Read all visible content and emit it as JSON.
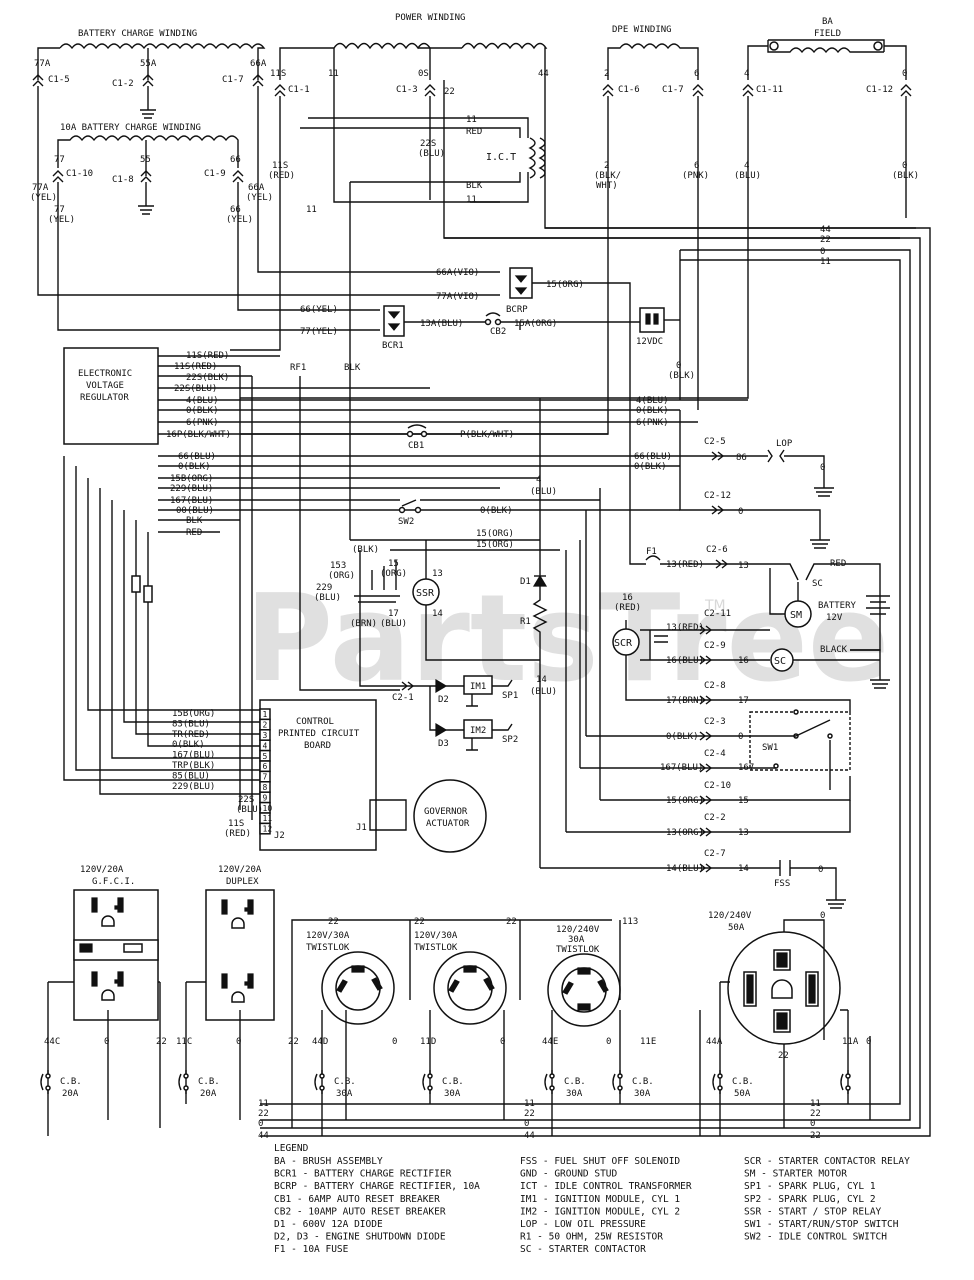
{
  "windings": {
    "battery_charge": "BATTERY CHARGE WINDING",
    "battery_charge_10a": "10A BATTERY CHARGE WINDING",
    "power": "POWER WINDING",
    "dpe": "DPE WINDING",
    "ba_field_top": "BA",
    "ba_field_bottom": "FIELD"
  },
  "wire_labels": {
    "w77a": "77A",
    "w55a": "55A",
    "w66a": "66A",
    "w11s": "11S",
    "w11": "11",
    "w0s": "0S",
    "w22": "22",
    "w44": "44",
    "w2": "2",
    "w6": "6",
    "w4": "4",
    "w0": "0",
    "w77": "77",
    "w55": "55",
    "w66": "66",
    "c1_5": "C1-5",
    "c1_2": "C1-2",
    "c1_7": "C1-7",
    "c1_1": "C1-1",
    "c1_3": "C1-3",
    "c1_6": "C1-6",
    "c1_7b": "C1-7",
    "c1_11": "C1-11",
    "c1_12": "C1-12",
    "c1_10": "C1-10",
    "c1_8": "C1-8",
    "c1_9": "C1-9",
    "w11s_red": "11S",
    "red_paren": "(RED)",
    "w22s": "22S",
    "blu_paren": "(BLU)",
    "w77a_yel": "77A",
    "yel_paren": "(YEL)",
    "w66a_yel": "66A",
    "w77_yel": "77",
    "w66_yel": "66",
    "w2_blk": "2",
    "blk_wht": "(BLK/",
    "wht": "WHT)",
    "w6_pnk": "6",
    "pnk_paren": "(PNK)",
    "w4_blu": "4",
    "w0_blk": "0",
    "blk_paren": "(BLK)",
    "ict": "I.C.T",
    "red": "RED",
    "blk": "BLK",
    "w11_top": "11",
    "w11_bot": "11"
  },
  "right_bus": [
    "44",
    "22",
    "0",
    "11"
  ],
  "rectifiers": {
    "bcrp": "BCRP",
    "bcr1": "BCR1",
    "cb2": "CB2",
    "v12": "12VDC",
    "w66a_vio": "66A(VIO)",
    "w77a_vio": "77A(VIO)",
    "w15_org": "15(ORG)",
    "w66_yel2": "66(YEL)",
    "w77_yel2": "77(YEL)",
    "w13a_blu": "13A(BLU)",
    "w15a_org": "15A(ORG)",
    "w0_blk2": "0",
    "blk2": "(BLK)"
  },
  "regulator": {
    "title": [
      "ELECTRONIC",
      "VOLTAGE",
      "REGULATOR"
    ],
    "wires": [
      "11S(RED)",
      "11S(RED)",
      "22S(BLK)",
      "22S(BLU)",
      "4(BLU)",
      "0(BLK)",
      "6(PNK)",
      "16P(BLK/WHT)"
    ],
    "rf1": "RF1",
    "blk": "BLK",
    "right": [
      "4(BLU)",
      "0(BLK)",
      "6(PNK)"
    ],
    "cb1": "CB1",
    "p_blk_wht": "P(BLK/WHT)"
  },
  "bundle": {
    "wires": [
      "66(BLU)",
      "0(BLK)",
      "15B(ORG)",
      "229(BLU)",
      "167(BLU)",
      "00(BLU)",
      "BLK",
      "RED"
    ],
    "right": [
      "66(BLU)",
      "0(BLK)"
    ],
    "sw2": "SW2",
    "w0_blk3": "0(BLK)",
    "w15_org": "15(ORG)",
    "w13_org": "15(ORG)",
    "c2_5": "C2-5",
    "c2_12": "C2-12",
    "lop": "LOP",
    "w86": "86",
    "w0": "0"
  },
  "starter": {
    "f1": "F1",
    "w13_red": "13(RED)",
    "c2_6": "C2-6",
    "w13": "13",
    "sc": "SC",
    "red": "RED",
    "battery": "BATTERY",
    "v12": "12V",
    "black": "BLACK",
    "sm": "SM",
    "c2_11": "C2-11",
    "w13_red2": "13(RED)",
    "c2_9": "C2-9",
    "w16_blu": "16(BLU)",
    "w16": "16",
    "scr": "SCR",
    "w16_label": "16",
    "red_small": "(RED)",
    "c2_8": "C2-8",
    "w17_brn": "17(BRN)",
    "w17": "17",
    "c2_3": "C2-3",
    "w0_blk": "0(BLK)",
    "w0b": "0",
    "sw1": "SW1",
    "c2_4": "C2-4",
    "w167_blu": "167(BLU)",
    "w167": "167",
    "c2_10": "C2-10",
    "w15_org": "15(ORG)",
    "w15": "15",
    "c2_2": "C2-2",
    "w13_org": "13(ORG)",
    "w13b": "13",
    "c2_7": "C2-7",
    "w14_blu": "14(BLU)",
    "w14": "14",
    "fss": "FSS",
    "w0c": "0"
  },
  "ignition": {
    "d1": "D1",
    "r1": "R1",
    "ssr": "SSR",
    "w4_blu": "4",
    "blu_paren": "(BLU)",
    "w14_blu": "14",
    "blu_paren2": "(BLU)",
    "c2_1": "C2-1",
    "d2": "D2",
    "d3": "D3",
    "im1": "IM1",
    "im2": "IM2",
    "sp1": "SP1",
    "sp2": "SP2",
    "w15": "15",
    "w13": "13",
    "w14": "14",
    "w153": "153",
    "w229": "229",
    "w15b": "15",
    "w17": "17",
    "org": "(ORG)",
    "blu": "(BLU)",
    "brn": "(BRN)",
    "blk": "(BLK)"
  },
  "pcb": {
    "title": [
      "CONTROL",
      "PRINTED CIRCUIT",
      "BOARD"
    ],
    "wires": [
      "15B(ORG)",
      "83(BLU)",
      "TR(RED)",
      "0(BLK)",
      "167(BLU)",
      "TRP(BLK)",
      "85(BLU)",
      "229(BLU)"
    ],
    "pins": [
      "1",
      "2",
      "3",
      "4",
      "5",
      "6",
      "7",
      "8",
      "9",
      "10",
      "11",
      "12"
    ],
    "j1": "J1",
    "j2": "J2",
    "w22s": "22S",
    "blu": "(BLU)",
    "w11s": "11S",
    "red": "(RED)",
    "governor": [
      "GOVERNOR",
      "ACTUATOR"
    ]
  },
  "outlets": {
    "gfci": [
      "120V/20A",
      "G.F.C.I."
    ],
    "duplex": [
      "120V/20A",
      "DUPLEX"
    ],
    "tw1": [
      "120V/30A",
      "TWISTLOK"
    ],
    "tw2": [
      "120V/30A",
      "TWISTLOK"
    ],
    "tw3": [
      "120/240V",
      "30A",
      "TWISTLOK"
    ],
    "rc50": [
      "120/240V",
      "50A"
    ],
    "wire_22a": "22",
    "wire_22b": "22",
    "wire_22c": "22",
    "wire_113": "113",
    "wire_0top": "0",
    "b44c": "44C",
    "b0a": "0",
    "b22a": "22",
    "b11c": "11C",
    "b0b": "0",
    "b22b": "22",
    "b44d": "44D",
    "b0c": "0",
    "b11d": "11D",
    "b0d": "0",
    "b44e": "44E",
    "b0e": "0",
    "b11e": "11E",
    "b44a": "44A",
    "b22c": "22",
    "b11a": "11A",
    "b0f": "0",
    "cb20a": [
      "C.B.",
      "20A"
    ],
    "cb20b": [
      "C.B.",
      "20A"
    ],
    "cb30a": [
      "C.B.",
      "30A"
    ],
    "cb30b": [
      "C.B.",
      "30A"
    ],
    "cb30c": [
      "C.B.",
      "30A"
    ],
    "cb30d": [
      "C.B.",
      "30A"
    ],
    "cb50": [
      "C.B.",
      "50A"
    ],
    "bottom_bus": [
      "11",
      "22",
      "0",
      "44"
    ],
    "bottom_bus_right": [
      "11",
      "22",
      "0",
      "22"
    ]
  },
  "legend": {
    "title": "LEGEND",
    "col1": [
      "BA  - BRUSH ASSEMBLY",
      "BCR1 - BATTERY CHARGE RECTIFIER",
      "BCRP - BATTERY CHARGE RECTIFIER, 10A",
      "CB1 - 6AMP AUTO RESET BREAKER",
      "CB2 - 10AMP AUTO RESET BREAKER",
      "D1  - 600V 12A DIODE",
      "D2, D3 - ENGINE SHUTDOWN DIODE",
      "F1 - 10A FUSE"
    ],
    "col2": [
      "FSS - FUEL SHUT OFF SOLENOID",
      "GND - GROUND STUD",
      "ICT - IDLE CONTROL TRANSFORMER",
      "IM1 - IGNITION MODULE, CYL 1",
      "IM2 - IGNITION MODULE, CYL 2",
      "LOP - LOW OIL PRESSURE",
      "R1 - 50 OHM, 25W RESISTOR",
      "SC - STARTER CONTACTOR"
    ],
    "col3": [
      "SCR - STARTER CONTACTOR RELAY",
      "SM - STARTER MOTOR",
      "SP1 - SPARK PLUG, CYL 1",
      "SP2 - SPARK PLUG, CYL 2",
      "SSR - START / STOP RELAY",
      "SW1 - START/RUN/STOP SWITCH",
      "SW2 - IDLE CONTROL SWITCH"
    ]
  },
  "watermark": {
    "text": "PartsTree",
    "tm": "TM"
  }
}
